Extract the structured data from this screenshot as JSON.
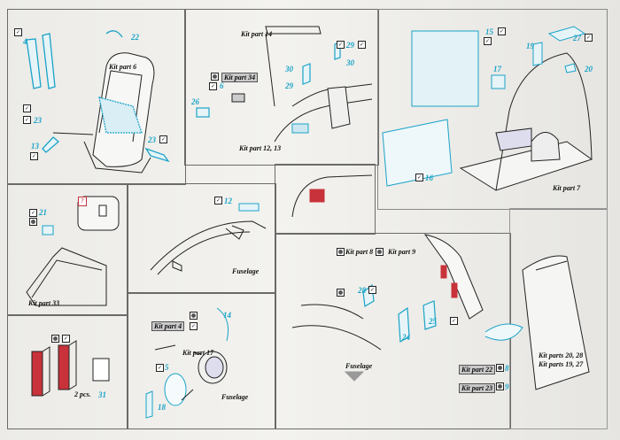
{
  "labels": {
    "kp6": "Kit part 6",
    "kp14": "Kit part 14",
    "kp34": "Kit part 34",
    "kp12_13": "Kit part 12, 13",
    "kp7": "Kit part 7",
    "kp33": "Kit part 33",
    "fuselage1": "Fuselage",
    "kp8": "Kit part 8",
    "kp9": "Kit part 9",
    "fuselage2": "Fuselage",
    "kp4": "Kit part 4",
    "kp17": "Kit part 17",
    "fuselage3": "Fuselage",
    "two_pcs": "2 pcs.",
    "kp20_28": "Kit parts 20, 28",
    "kp19_27": "Kit parts 19, 27",
    "kp22": "Kit part 22",
    "kp23": "Kit part 23"
  },
  "numbers": {
    "n4": "4",
    "n22": "22",
    "n23a": "23",
    "n13": "13",
    "n23b": "23",
    "n29a": "29",
    "n30a": "30",
    "n30b": "30",
    "n29b": "29",
    "n6": "6",
    "n26": "26",
    "n15": "15",
    "n19": "19",
    "n27": "27",
    "n17": "17",
    "n20": "20",
    "n16": "16",
    "n21": "21",
    "n12": "12",
    "n28": "28",
    "n25": "25",
    "n24": "24",
    "n14": "14",
    "n5": "5",
    "n18": "18",
    "n31": "31",
    "n8": "8",
    "n9": "9"
  },
  "question": "?",
  "colors": {
    "part_blue": "#1aa3c8",
    "paint_red": "#c8323a",
    "line": "#222222"
  }
}
